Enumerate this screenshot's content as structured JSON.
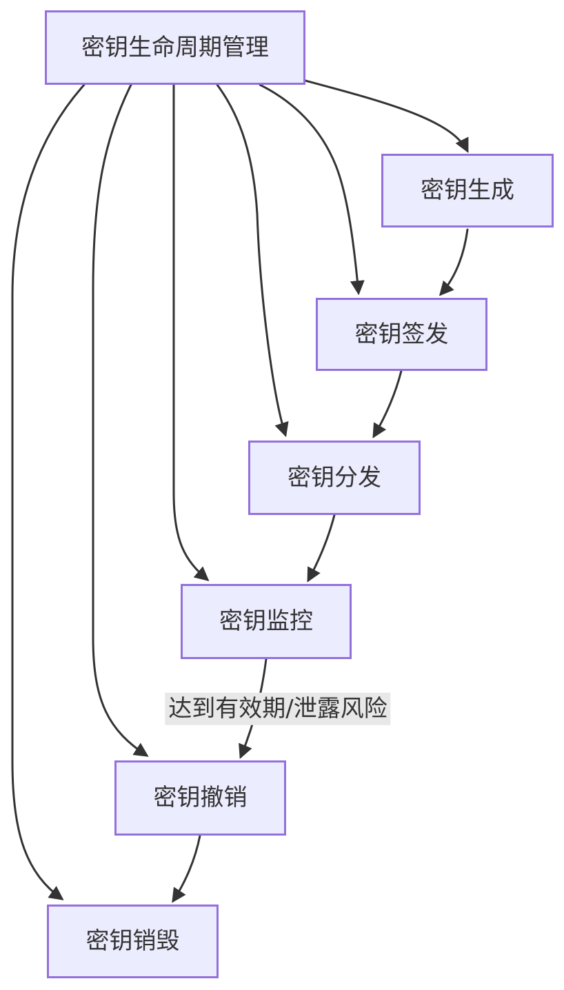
{
  "diagram": {
    "type": "flowchart",
    "background_color": "#ffffff",
    "colors": {
      "node_fill": "#ECECFF",
      "node_border": "#9370DB",
      "edge_stroke": "#333333",
      "text": "#333333",
      "edge_label_bg": "#e8e8e8"
    },
    "nodes": [
      {
        "id": "A",
        "name": "node-key-lifecycle-management",
        "label": "密钥生命周期管理"
      },
      {
        "id": "B",
        "name": "node-key-generation",
        "label": "密钥生成"
      },
      {
        "id": "C",
        "name": "node-key-issuance",
        "label": "密钥签发"
      },
      {
        "id": "D",
        "name": "node-key-distribution",
        "label": "密钥分发"
      },
      {
        "id": "E",
        "name": "node-key-monitoring",
        "label": "密钥监控"
      },
      {
        "id": "F",
        "name": "node-key-revocation",
        "label": "密钥撤销"
      },
      {
        "id": "G",
        "name": "node-key-destruction",
        "label": "密钥销毁"
      }
    ],
    "edges": [
      {
        "from": "A",
        "to": "B",
        "name": "edge-lifecycle-to-generation",
        "label": ""
      },
      {
        "from": "A",
        "to": "C",
        "name": "edge-lifecycle-to-issuance",
        "label": ""
      },
      {
        "from": "A",
        "to": "D",
        "name": "edge-lifecycle-to-distribution",
        "label": ""
      },
      {
        "from": "A",
        "to": "E",
        "name": "edge-lifecycle-to-monitoring",
        "label": ""
      },
      {
        "from": "A",
        "to": "F",
        "name": "edge-lifecycle-to-revocation",
        "label": ""
      },
      {
        "from": "A",
        "to": "G",
        "name": "edge-lifecycle-to-destruction",
        "label": ""
      },
      {
        "from": "B",
        "to": "C",
        "name": "edge-generation-to-issuance",
        "label": ""
      },
      {
        "from": "C",
        "to": "D",
        "name": "edge-issuance-to-distribution",
        "label": ""
      },
      {
        "from": "D",
        "to": "E",
        "name": "edge-distribution-to-monitoring",
        "label": ""
      },
      {
        "from": "E",
        "to": "F",
        "name": "edge-monitoring-to-revocation",
        "label": "达到有效期/泄露风险"
      },
      {
        "from": "F",
        "to": "G",
        "name": "edge-revocation-to-destruction",
        "label": ""
      }
    ]
  }
}
